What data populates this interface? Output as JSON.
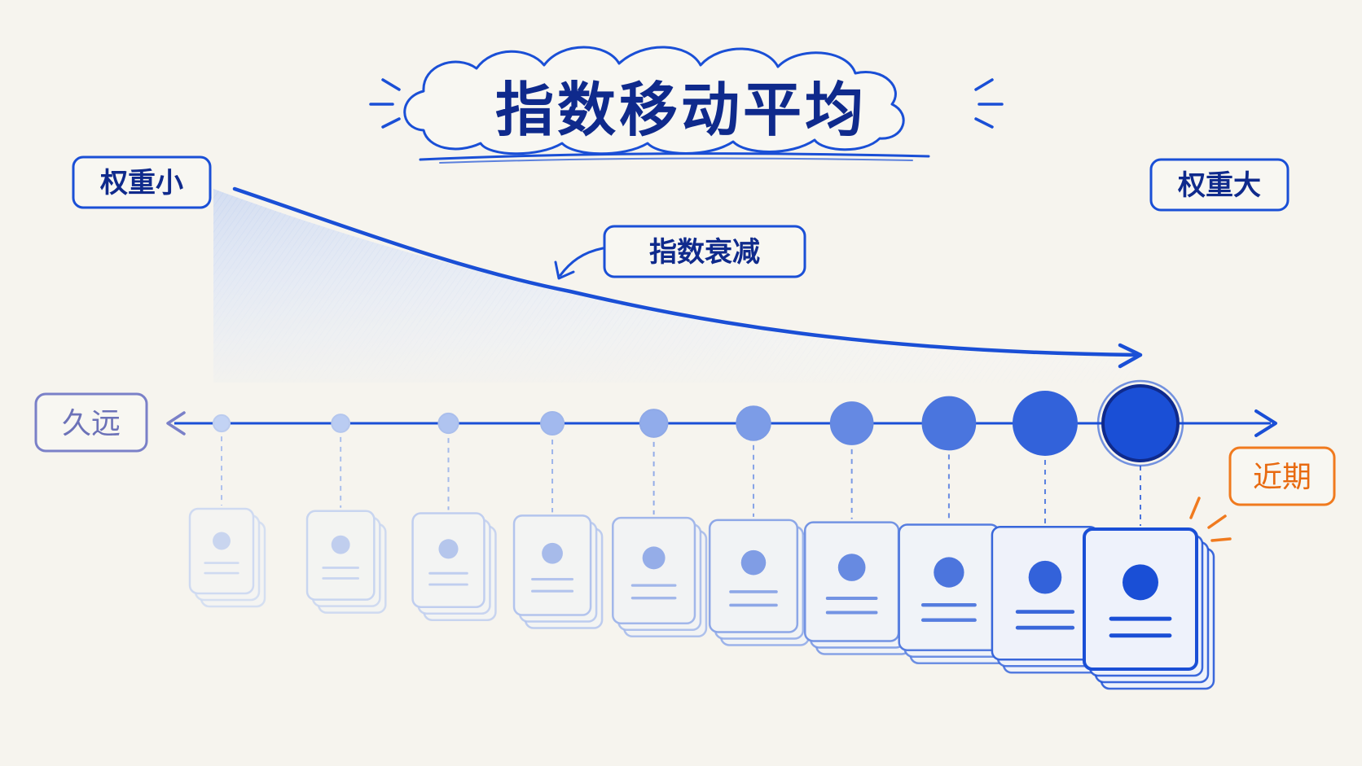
{
  "title": "指数移动平均",
  "labels": {
    "weight_low": "权重小",
    "weight_high": "权重大",
    "decay": "指数衰减",
    "past": "久远",
    "recent": "近期"
  },
  "timeline": {
    "point_count": 10,
    "weights": [
      0.08,
      0.12,
      0.17,
      0.24,
      0.33,
      0.44,
      0.57,
      0.72,
      0.86,
      1.0
    ]
  },
  "colors": {
    "background": "#f6f4ee",
    "primary": "#1a4fd6",
    "title_text": "#0f2a8c",
    "light_point": "#d6e2f7",
    "past_label": "#7a80c8",
    "recent_label": "#f07a1e",
    "box_border": "#1a4fd6"
  },
  "icons": {
    "decay_curve": "decay-curve-icon",
    "timeline_arrow": "arrow-right-icon",
    "document": "document-stack-icon",
    "sparkle": "sparkle-icon"
  }
}
